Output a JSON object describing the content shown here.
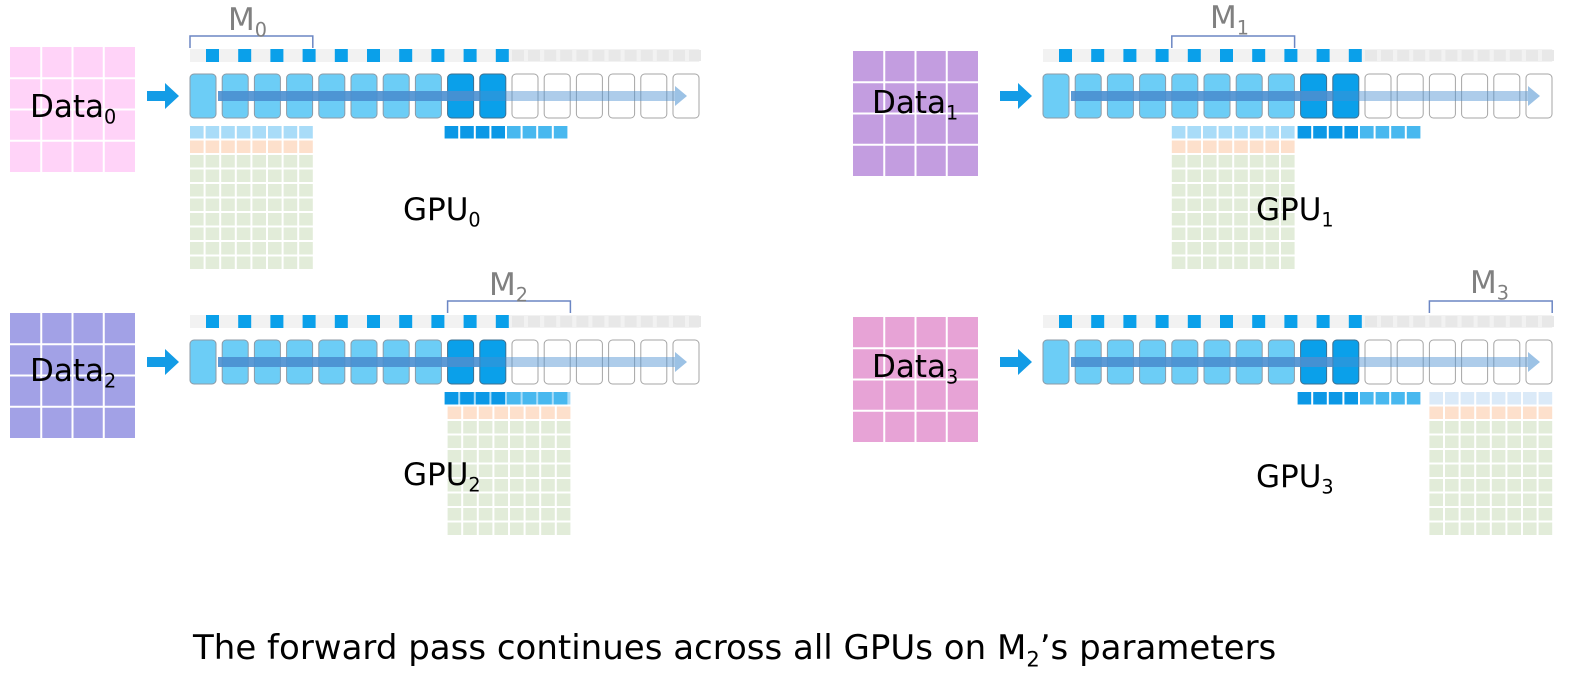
{
  "panels": [
    {
      "data_label": "Data",
      "data_sub": "0",
      "gpu_label": "GPU",
      "gpu_sub": "0",
      "shard_label": "M",
      "shard_sub": "0",
      "data_color": "#ffd3f8",
      "shard_index": 0
    },
    {
      "data_label": "Data",
      "data_sub": "1",
      "gpu_label": "GPU",
      "gpu_sub": "1",
      "shard_label": "M",
      "shard_sub": "1",
      "data_color": "#c39de0",
      "shard_index": 1
    },
    {
      "data_label": "Data",
      "data_sub": "2",
      "gpu_label": "GPU",
      "gpu_sub": "2",
      "shard_label": "M",
      "shard_sub": "2",
      "data_color": "#a2a1e6",
      "shard_index": 2
    },
    {
      "data_label": "Data",
      "data_sub": "3",
      "gpu_label": "GPU",
      "gpu_sub": "3",
      "shard_label": "M",
      "shard_sub": "3",
      "data_color": "#e7a3d6",
      "shard_index": 3
    }
  ],
  "caption": {
    "pre": "The forward pass continues across all GPUs on M",
    "sub": "2",
    "post": "’s parameters"
  },
  "colors": {
    "layer_done": "#6ccdf6",
    "layer_active": "#0aa0ea",
    "layer_pending": "#ffffff",
    "arrow": "#4a8fd0",
    "input_arrow": "#139ce6",
    "param_light": "#a9dcf8",
    "param_dark": "#0b98e6",
    "param_mid": "#48b8ef",
    "optimizer": "#fde0cc",
    "grid_green": "#e2ecd9",
    "bracket": "#6b86c4"
  }
}
